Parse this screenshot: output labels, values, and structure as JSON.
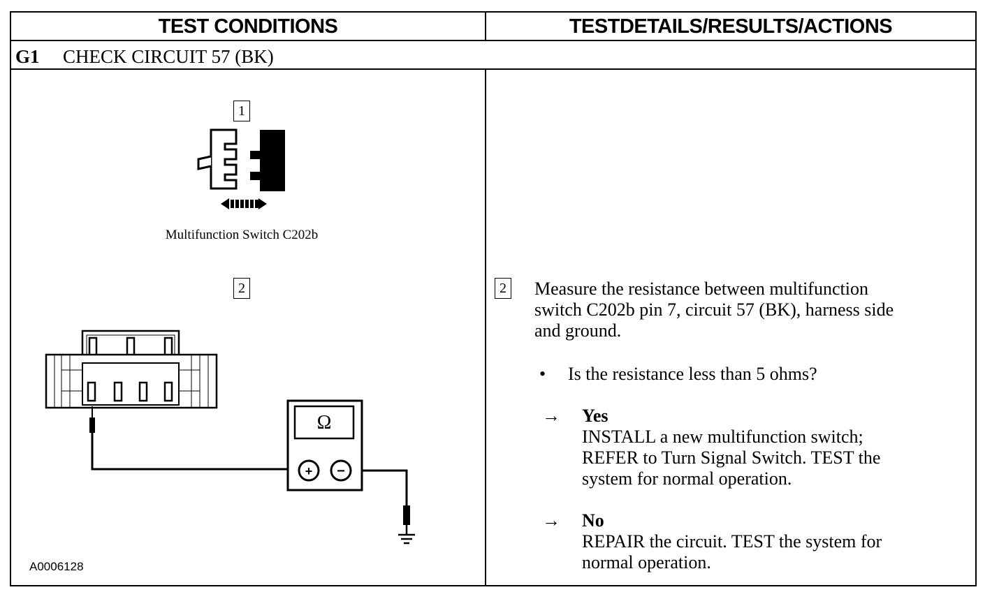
{
  "header": {
    "conditions_label": "TEST CONDITIONS",
    "details_label": "TESTDETAILS/RESULTS/ACTIONS"
  },
  "section": {
    "code": "G1",
    "title": "CHECK CIRCUIT 57 (BK)"
  },
  "conditions": {
    "step1_number": "1",
    "step1_caption": "Multifunction Switch C202b",
    "step2_number": "2",
    "meter_symbol": "Ω",
    "meter_plus": "+",
    "meter_minus": "−",
    "figure_id": "A0006128"
  },
  "details": {
    "step_number": "2",
    "instruction_line1": "Measure the resistance between multifunction",
    "instruction_line2": "switch C202b pin 7, circuit 57 (BK), harness side",
    "instruction_line3": "and ground.",
    "bullet": "•",
    "question": "Is the resistance less than 5 ohms?",
    "arrow": "→",
    "yes_label": "Yes",
    "yes_line1": "INSTALL a new multifunction switch;",
    "yes_line2": "REFER to Turn Signal Switch. TEST the",
    "yes_line3": "system  for normal operation.",
    "no_label": "No",
    "no_line1": "REPAIR the circuit. TEST the system for",
    "no_line2": "normal operation."
  }
}
